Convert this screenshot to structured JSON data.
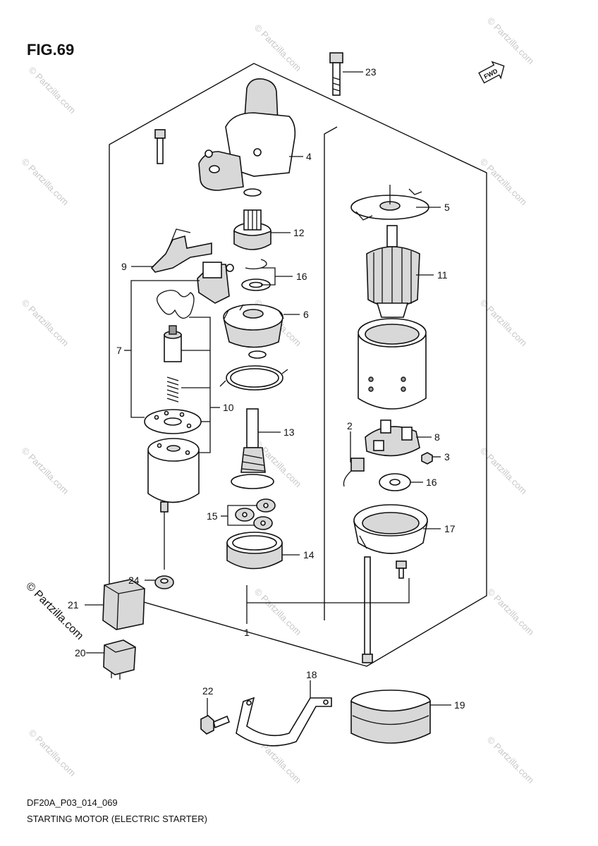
{
  "figure": {
    "title": "FIG.69",
    "code": "DF20A_P03_014_069",
    "caption": "STARTING MOTOR (ELECTRIC STARTER)"
  },
  "fwd_label": "FWD",
  "watermark": "© Partzilla.com",
  "callouts": {
    "c1": "1",
    "c2": "2",
    "c3": "3",
    "c4": "4",
    "c5": "5",
    "c6": "6",
    "c7": "7",
    "c8": "8",
    "c9": "9",
    "c10": "10",
    "c11": "11",
    "c12": "12",
    "c13": "13",
    "c14": "14",
    "c15": "15",
    "c16a": "16",
    "c16b": "16",
    "c17": "17",
    "c18": "18",
    "c19": "19",
    "c20": "20",
    "c21": "21",
    "c22": "22",
    "c23": "23",
    "c24": "24"
  }
}
